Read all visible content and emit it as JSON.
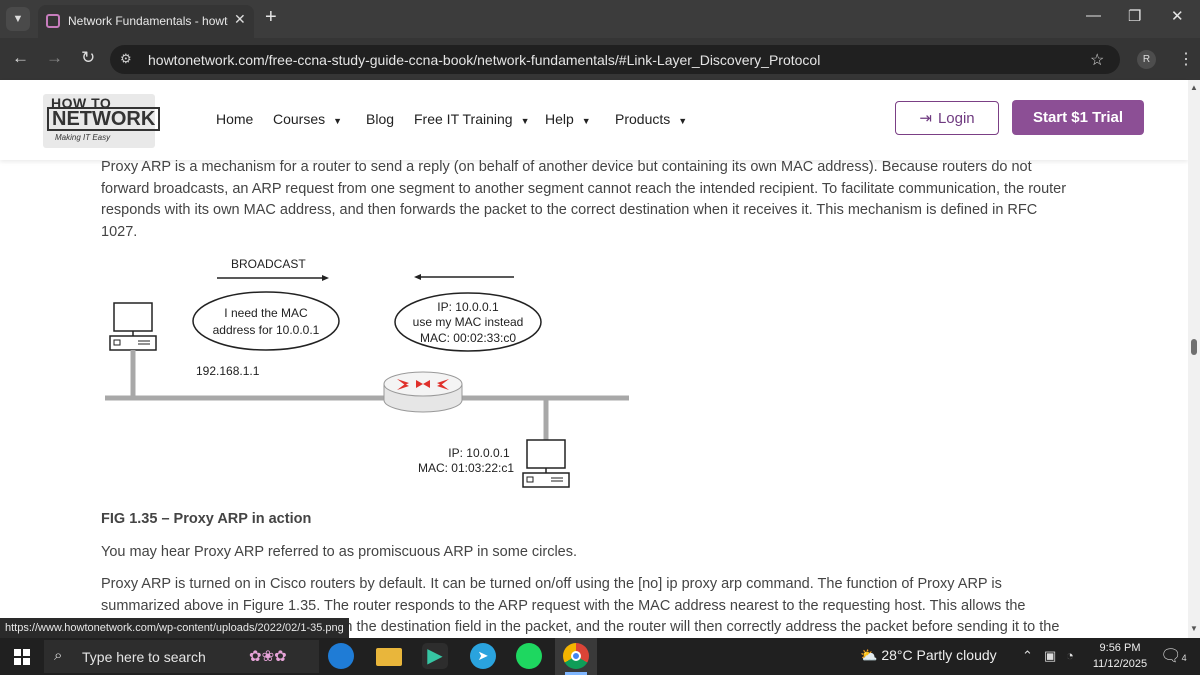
{
  "browser": {
    "tab_title": "Network Fundamentals - howto",
    "url": "howtonetwork.com/free-ccna-study-guide-ccna-book/network-fundamentals/#Link-Layer_Discovery_Protocol",
    "profile_initial": "R",
    "status_url": "https://www.howtonetwork.com/wp-content/uploads/2022/02/1-35.png"
  },
  "site": {
    "logo_top": "HOW TO",
    "logo_main": "NETWORK",
    "logo_tag": "Making IT Easy",
    "menu": [
      "Home",
      "Courses",
      "Blog",
      "Free IT Training",
      "Help",
      "Products"
    ],
    "login_label": "Login",
    "trial_label": "Start $1 Trial"
  },
  "article": {
    "para1": "Proxy ARP is a mechanism for a router to send a reply (on behalf of another device but containing its own MAC address). Because routers do not forward broadcasts, an ARP request from one segment to another segment cannot reach the intended recipient. To facilitate communication, the router responds with its own MAC address, and then forwards the packet to the correct destination when it receives it. This mechanism is defined in RFC 1027.",
    "figure": {
      "broadcast": "BROADCAST",
      "bubble1_line1": "I need the MAC",
      "bubble1_line2": "address for 10.0.0.1",
      "bubble2_line1": "IP: 10.0.0.1",
      "bubble2_line2": "use my MAC instead",
      "bubble2_line3": "MAC: 00:02:33:c0",
      "host_ip": "192.168.1.1",
      "dest_ip": "IP: 10.0.0.1",
      "dest_mac": "MAC: 01:03:22:c1"
    },
    "caption": "FIG 1.35 – Proxy ARP in action",
    "para2": "You may hear Proxy ARP referred to as promiscuous ARP in some circles.",
    "para3": "Proxy ARP is turned on in Cisco routers by default. It can be turned on/off using the [no] ip proxy arp command. The function of Proxy ARP is summarized above in Figure 1.35. The router responds to the ARP request with the MAC address nearest to the requesting host. This allows the requesting host to send the packet with the destination field in the packet, and the router will then correctly address the packet before sending it to the"
  },
  "taskbar": {
    "search_placeholder": "Type here to search",
    "weather": "28°C  Partly cloudy",
    "time": "9:56 PM",
    "date": "11/12/2025",
    "notifications": "4"
  },
  "colors": {
    "brand": "#8c4f95",
    "chrome_dark": "#3c3c3c",
    "taskbar": "#202020"
  }
}
